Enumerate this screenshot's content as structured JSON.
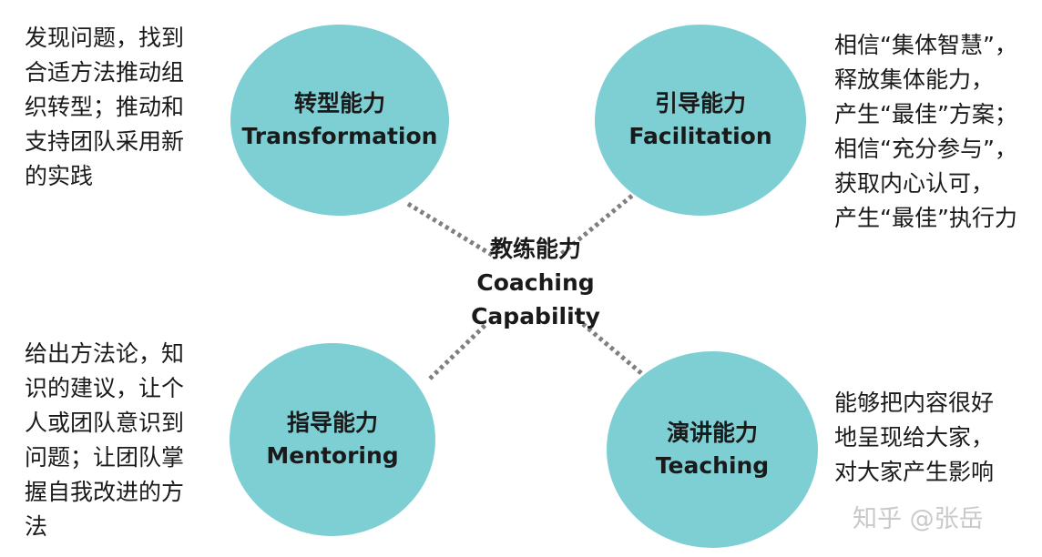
{
  "center": {
    "zh": "教练能力",
    "en_lines": [
      "Coaching",
      "Capability"
    ]
  },
  "nodes": {
    "transformation": {
      "zh": "转型能力",
      "en": "Transformation",
      "desc_lines": [
        "发现问题，找到",
        "合适方法推动组",
        "织转型；推动和",
        "支持团队采用新",
        "的实践"
      ]
    },
    "facilitation": {
      "zh": "引导能力",
      "en": "Facilitation",
      "desc_lines": [
        "相信“集体智慧”，",
        "释放集体能力，",
        "产生“最佳”方案；",
        "相信“充分参与”，",
        "获取内心认可，",
        "产生“最佳”执行力"
      ]
    },
    "mentoring": {
      "zh": "指导能力",
      "en": "Mentoring",
      "desc_lines": [
        "给出方法论，知",
        "识的建议，让个",
        "人或团队意识到",
        "问题；让团队掌",
        "握自我改进的方",
        "法"
      ]
    },
    "teaching": {
      "zh": "演讲能力",
      "en": "Teaching",
      "desc_lines": [
        "能够把内容很好",
        "地呈现给大家，",
        "对大家产生影响"
      ]
    }
  },
  "watermark": "知乎 @张岳",
  "colors": {
    "circle": "#7ecfd4",
    "connector": "#7f7f7f",
    "text": "#1a1a1a"
  }
}
